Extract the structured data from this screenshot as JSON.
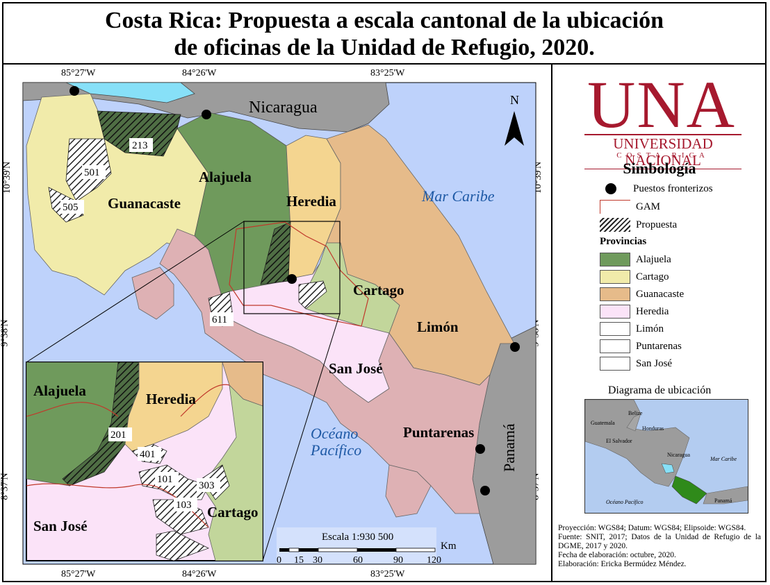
{
  "title": {
    "line1": "Costa Rica: Propuesta a escala cantonal de la ubicación",
    "line2": "de oficinas de la Unidad de Refugio, 2020."
  },
  "coords": {
    "top": [
      "85°27'W",
      "84°26'W",
      "83°25'W"
    ],
    "bottom": [
      "85°27'W",
      "84°26'W",
      "83°25'W"
    ],
    "left": [
      "10°39'N",
      "9°38'N",
      "8°37'N"
    ],
    "right": [
      "10°39'N",
      "9°38'N",
      "8°37'N"
    ]
  },
  "map": {
    "neighbors": {
      "nicaragua": "Nicaragua",
      "panama": "Panamá"
    },
    "seas": {
      "caribe": "Mar Caribe",
      "pacifico_1": "Océano",
      "pacifico_2": "Pacífico"
    },
    "north": "N",
    "provinces": {
      "alajuela": "Alajuela",
      "guanacaste": "Guanacaste",
      "heredia": "Heredia",
      "cartago": "Cartago",
      "limon": "Limón",
      "sanjose": "San José",
      "puntarenas": "Puntarenas"
    },
    "cantons": {
      "c213": "213",
      "c501": "501",
      "c505": "505",
      "c611": "611"
    },
    "scale": {
      "label": "Escala 1:930 500",
      "unit": "Km",
      "ticks": [
        "0",
        "15",
        "30",
        "60",
        "90",
        "120"
      ]
    }
  },
  "inset": {
    "alajuela": "Alajuela",
    "heredia": "Heredia",
    "sanjose": "San José",
    "cartago": "Cartago",
    "cantons": {
      "c201": "201",
      "c401": "401",
      "c101": "101",
      "c303": "303",
      "c103": "103"
    }
  },
  "logo": {
    "name": "UNA",
    "subtitle": "UNIVERSIDAD NACIONAL",
    "subtitle2": "COSTA RICA"
  },
  "legend": {
    "title": "Simbología",
    "puestos": "Puestos fronterizos",
    "gam": "GAM",
    "propuesta": "Propuesta",
    "provincias_title": "Provincias",
    "provinces": [
      {
        "label": "Alajuela",
        "color": "#6f9a5c"
      },
      {
        "label": "Cartago",
        "color": "#c2d69b"
      },
      {
        "label": "Guanacaste",
        "color": "#f1ebaa"
      },
      {
        "label": "Heredia",
        "color": "#f4d590"
      },
      {
        "label": "Limón",
        "color": "#e6bb8a"
      },
      {
        "label": "Puntarenas",
        "color": "#deb1b4"
      },
      {
        "label": "San José",
        "color": "#fbe3f8"
      }
    ]
  },
  "diagram": {
    "title": "Diagrama de ubicación",
    "labels": {
      "belize": "Belize",
      "guatemala": "Guatemala",
      "honduras": "Honduras",
      "elsalvador": "El Salvador",
      "nicaragua": "Nicaragua",
      "caribe": "Mar Caribe",
      "pacifico": "Océano Pacífico",
      "panama": "Panamá"
    }
  },
  "credits": {
    "line1": "Proyección: WGS84; Datum: WGS84; Elipsoide: WGS84.",
    "line2": "Fuente: SNIT, 2017; Datos de la Unidad de Refugio de la DGME, 2017 y 2020.",
    "line3": "Fecha de elaboración: octubre, 2020.",
    "line4": "Elaboración: Ericka Bermúdez Méndez."
  },
  "colors": {
    "sea": "#bed2fb",
    "neighbor": "#9c9c9c",
    "lake": "#87e0f8",
    "gam": "#c0392b"
  }
}
